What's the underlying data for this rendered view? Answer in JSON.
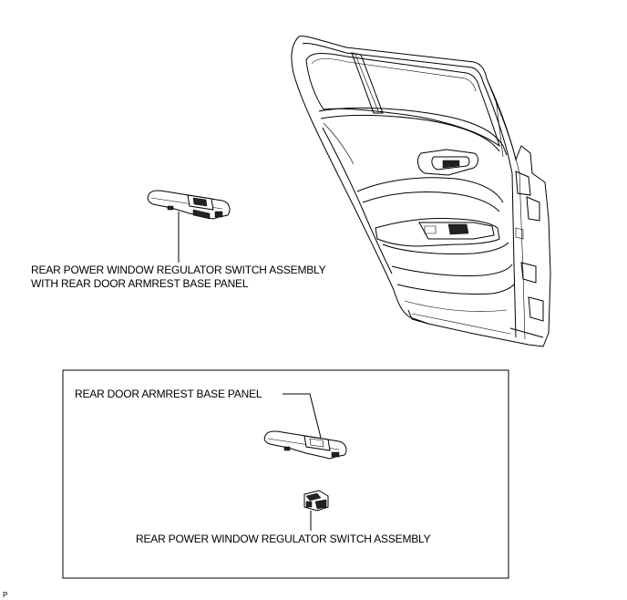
{
  "diagram": {
    "main_label_line1": "REAR POWER WINDOW REGULATOR SWITCH ASSEMBLY",
    "main_label_line2": "WITH REAR DOOR ARMREST BASE PANEL",
    "panel_label": "REAR DOOR ARMREST BASE PANEL",
    "switch_label": "REAR POWER WINDOW REGULATOR SWITCH ASSEMBLY",
    "code": "P"
  }
}
